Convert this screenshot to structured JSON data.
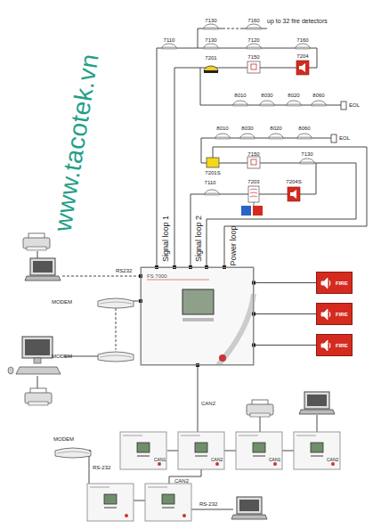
{
  "diagram": {
    "nodes": [
      {
        "text": [
          "FS 7000"
        ]
      },
      {
        "text": [
          "FIRE"
        ]
      },
      {
        "text": [
          "FIRE"
        ]
      },
      {
        "text": [
          "FIRE"
        ]
      }
    ],
    "edges": [
      {
        "from": 0,
        "to": 1,
        "arrow": "none"
      },
      {
        "from": 0,
        "to": 2,
        "arrow": "none"
      },
      {
        "from": 0,
        "to": 3,
        "arrow": "none"
      }
    ],
    "labels": [
      "7130",
      "7160",
      "up to 32 fire detectors",
      "7110",
      "7130",
      "7120",
      "7160",
      "7201",
      "7150",
      "7204",
      "8010",
      "8030",
      "8020",
      "8060",
      "EOL",
      "8010",
      "8030",
      "8020",
      "8060",
      "EOL",
      "7201S",
      "7150",
      "7130",
      "7110",
      "7203",
      "7204S",
      "Signal loop 1",
      "Signal loop 2",
      "Power loop",
      "RS232",
      "MODEM",
      "MODEM",
      "www.tacotek.vn",
      "CAN2",
      "CAN1",
      "CAN2",
      "CAN1",
      "CAN2",
      "MODEM",
      "RS-232",
      "CAN2",
      "RS-232"
    ]
  }
}
